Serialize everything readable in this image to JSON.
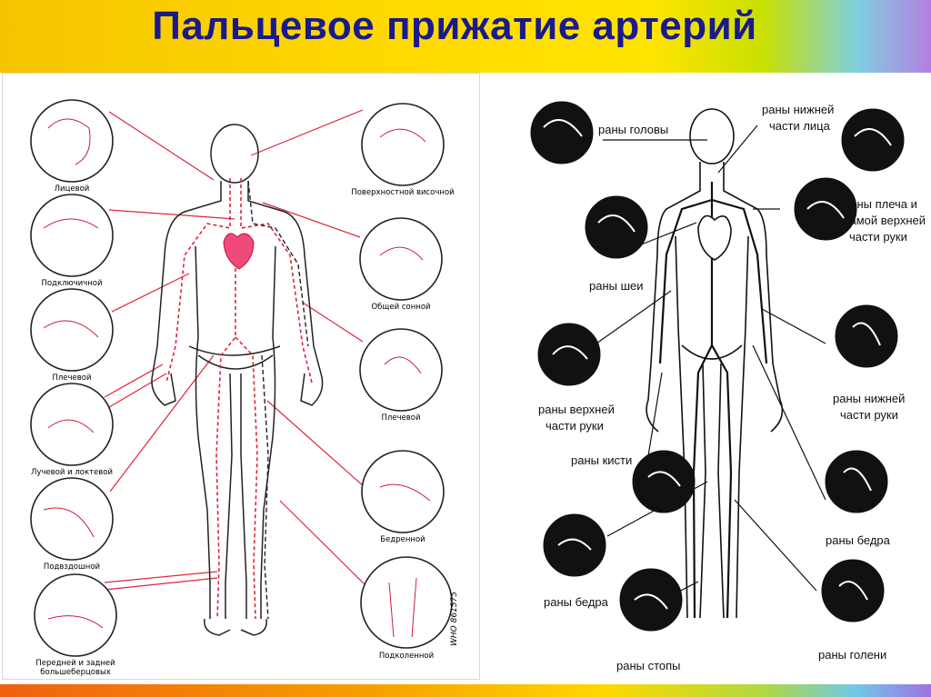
{
  "header": {
    "title": "Пальцевое прижатие артерий"
  },
  "left_panel": {
    "labels": {
      "facial": "Лицевой",
      "subclavian": "Подключичной",
      "brachial_left": "Плечевой",
      "radial_ulnar": "Лучевой и локтевой",
      "iliac": "Подвздошной",
      "tibial_line1": "Передней и задней",
      "tibial_line2": "большеберцовых",
      "temporal": "Поверхностной височной",
      "carotid": "Общей сонной",
      "brachial_right": "Плечевой",
      "femoral": "Бедренной",
      "popliteal": "Подколенной"
    },
    "code": "WHO 861575"
  },
  "right_panel": {
    "labels": {
      "head": "раны головы",
      "lower_face_1": "раны нижней",
      "lower_face_2": "части лица",
      "neck": "раны шеи",
      "shoulder_1": "раны плеча и",
      "shoulder_2": "самой верхней",
      "shoulder_3": "части руки",
      "upper_arm_1": "раны верхней",
      "upper_arm_2": "части руки",
      "lower_arm_1": "раны нижней",
      "lower_arm_2": "части руки",
      "hand": "раны кисти",
      "thigh_right": "раны бедра",
      "thigh_left": "раны бедра",
      "foot": "раны стопы",
      "shin": "раны голени"
    }
  },
  "colors": {
    "artery_red": "#e0243a",
    "title_blue": "#1a1a8c",
    "heart_fill": "#ef4a7a"
  }
}
